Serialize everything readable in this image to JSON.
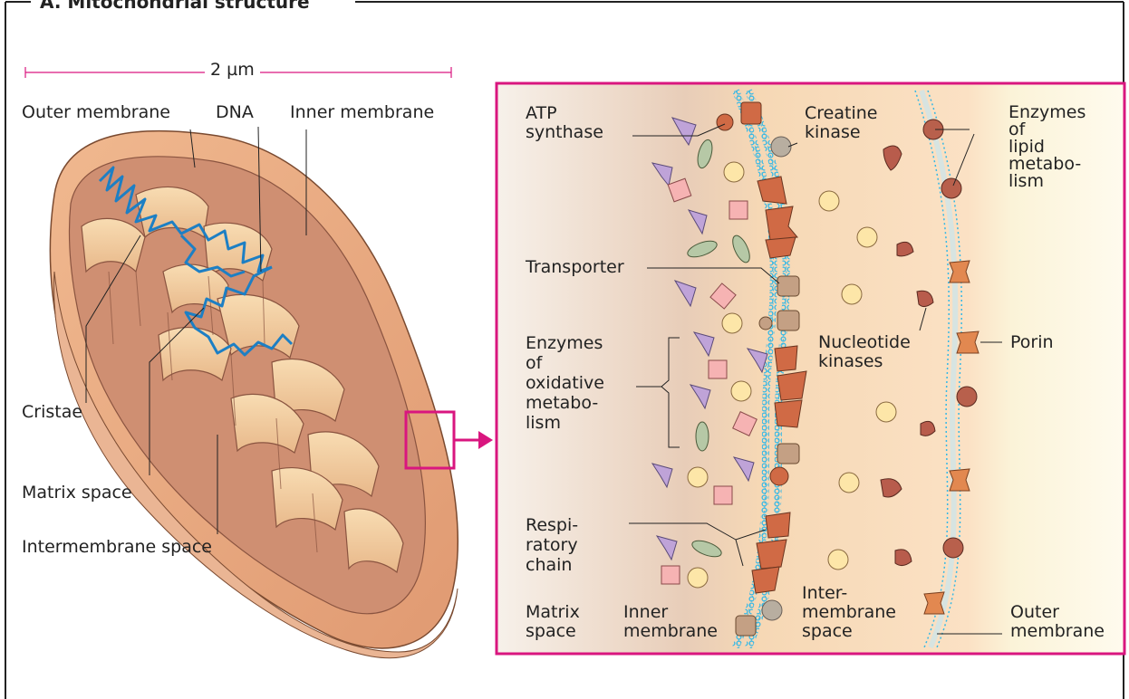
{
  "figure": {
    "title": "A. Mitochondrial structure",
    "scale_bar": "2 µm",
    "left_labels": {
      "outer_membrane": "Outer membrane",
      "dna": "DNA",
      "inner_membrane": "Inner membrane",
      "cristae": "Cristae",
      "matrix_space": "Matrix space",
      "intermembrane_space": "Intermembrane space"
    },
    "detail_labels": {
      "atp_synthase": "ATP\nsynthase",
      "creatine_kinase": "Creatine\nkinase",
      "enzymes_lipid": "Enzymes\nof\nlipid\nmetabo-\nlism",
      "transporter": "Transporter",
      "enzymes_oxidative": "Enzymes\nof\noxidative\nmetabo-\nlism",
      "nucleotide_kinases": "Nucleotide\nkinases",
      "porin": "Porin",
      "respiratory_chain": "Respi-\nratory\nchain",
      "matrix_space": "Matrix\nspace",
      "inner_membrane": "Inner\nmembrane",
      "intermembrane_space": "Inter-\nmembrane\nspace",
      "outer_membrane": "Outer\nmembrane"
    },
    "colors": {
      "frame": "#222222",
      "zoom_box": "#d9167f",
      "dna": "#1d7fc4",
      "membrane_bead": "#34b8e6",
      "mito_outer": "#e8a57c",
      "cristae_light": "#f4cfa0",
      "matrix": "#c98a6c",
      "protein": "#d06a45",
      "porin": "#e28850",
      "circle_enzyme": "#b8604c",
      "metabolite": "#fde6a8",
      "kinase_blob": "#b85c4c",
      "triangle": "#bfa3d8",
      "square": "#f6b3b3",
      "ellipse": "#b6c8a6",
      "grey_circle": "#b8aea0"
    }
  }
}
